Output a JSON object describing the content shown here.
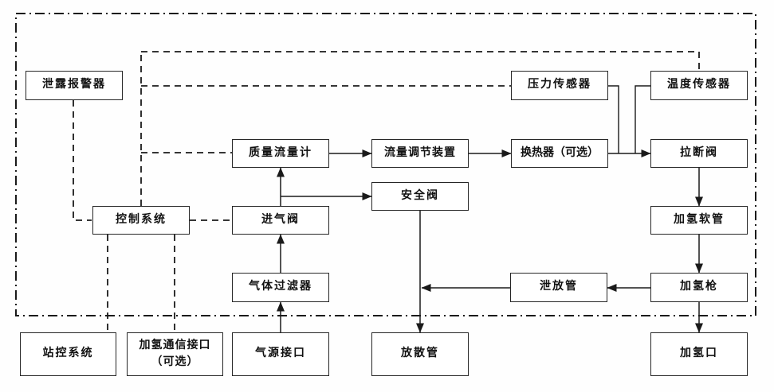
{
  "diagram": {
    "kind": "flowchart",
    "language": "zh-CN",
    "background": "#ffffff",
    "line_color": "#1a1a1a",
    "box_border_color": "#262626",
    "text_color": "#111111",
    "enclosure": {
      "style": "dash-dot-rectangle",
      "label": ""
    }
  },
  "nodes": {
    "leak_alarm": {
      "label": "泄露报警器"
    },
    "pressure_sensor": {
      "label": "压力传感器"
    },
    "temperature_sensor": {
      "label": "温度传感器"
    },
    "mass_flow_meter": {
      "label": "质量流量计"
    },
    "flow_regulator": {
      "label": "流量调节装置"
    },
    "heat_exchanger": {
      "label": "换热器（可选）"
    },
    "breakaway_valve": {
      "label": "拉断阀"
    },
    "control_system": {
      "label": "控制系统"
    },
    "inlet_valve": {
      "label": "进气阀"
    },
    "safety_valve": {
      "label": "安全阀"
    },
    "hydrogen_hose": {
      "label": "加氢软管"
    },
    "gas_filter": {
      "label": "气体过滤器"
    },
    "relief_pipe": {
      "label": "泄放管"
    },
    "hydrogen_gun": {
      "label": "加氢枪"
    },
    "station_control_system": {
      "label": "站控系统"
    },
    "comm_interface": {
      "label": "加氢通信接口",
      "label2": "（可选）"
    },
    "gas_source_interface": {
      "label": "气源接口"
    },
    "vent_pipe": {
      "label": "放散管"
    },
    "fill_port": {
      "label": "加氢口"
    }
  },
  "edges": [
    {
      "from": "gas_source_interface",
      "to": "gas_filter",
      "style": "solid",
      "arrow": true
    },
    {
      "from": "gas_filter",
      "to": "inlet_valve",
      "style": "solid",
      "arrow": true
    },
    {
      "from": "inlet_valve",
      "to": "mass_flow_meter",
      "style": "solid",
      "arrow": true
    },
    {
      "from": "inlet_valve",
      "to": "safety_valve",
      "style": "solid",
      "arrow": true
    },
    {
      "from": "mass_flow_meter",
      "to": "flow_regulator",
      "style": "solid",
      "arrow": true
    },
    {
      "from": "flow_regulator",
      "to": "heat_exchanger",
      "style": "solid",
      "arrow": true
    },
    {
      "from": "heat_exchanger",
      "to": "breakaway_valve",
      "style": "solid",
      "arrow": true
    },
    {
      "from": "breakaway_valve",
      "to": "hydrogen_hose",
      "style": "solid",
      "arrow": true
    },
    {
      "from": "hydrogen_hose",
      "to": "hydrogen_gun",
      "style": "solid",
      "arrow": true
    },
    {
      "from": "hydrogen_gun",
      "to": "fill_port",
      "style": "solid",
      "arrow": true
    },
    {
      "from": "hydrogen_gun",
      "to": "relief_pipe",
      "style": "solid",
      "arrow": true
    },
    {
      "from": "relief_pipe",
      "to": "safety_valve_vent_line",
      "style": "solid",
      "arrow": true
    },
    {
      "from": "safety_valve",
      "to": "vent_pipe",
      "style": "solid",
      "arrow": true
    },
    {
      "from": "pressure_sensor",
      "to": "pipe_heat_exchanger_breakaway",
      "style": "solid",
      "arrow": false
    },
    {
      "from": "temperature_sensor",
      "to": "pipe_heat_exchanger_breakaway",
      "style": "solid",
      "arrow": false
    },
    {
      "from": "leak_alarm",
      "to": "control_system",
      "style": "dashed",
      "arrow": false
    },
    {
      "from": "control_system",
      "to": "inlet_valve",
      "style": "dashed",
      "arrow": false
    },
    {
      "from": "control_system",
      "to": "station_control_system",
      "style": "dashed",
      "arrow": false
    },
    {
      "from": "control_system",
      "to": "comm_interface",
      "style": "dashed",
      "arrow": false
    },
    {
      "from": "control_system",
      "to": "mass_flow_meter",
      "style": "dashed",
      "arrow": false
    },
    {
      "from": "control_system",
      "to": "pressure_sensor",
      "style": "dashed",
      "arrow": false
    },
    {
      "from": "control_system",
      "to": "temperature_sensor",
      "style": "dashed",
      "arrow": false
    }
  ]
}
